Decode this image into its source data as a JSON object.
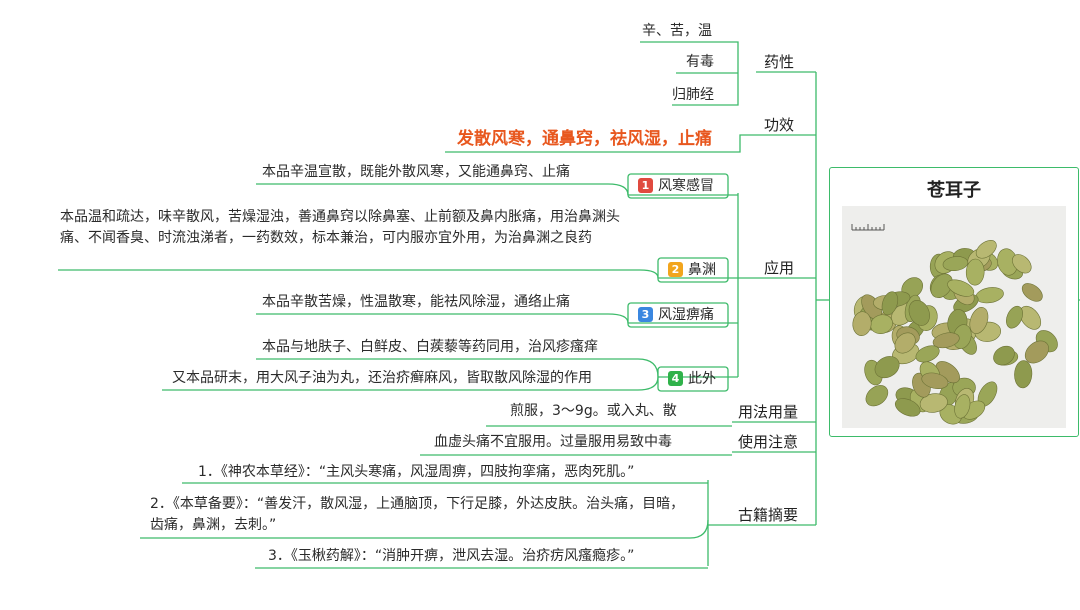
{
  "center": {
    "title": "苍耳子",
    "image": "xanthium-fruits-photo"
  },
  "properties": {
    "label": "药性",
    "items": [
      "辛、苦，温",
      "有毒",
      "归肺经"
    ]
  },
  "efficacy": {
    "label": "功效",
    "text": "发散风寒，通鼻窍，祛风湿，止痛"
  },
  "application": {
    "label": "应用",
    "groups": [
      {
        "num": "1",
        "label": "风寒感冒",
        "color": "#e04a3f",
        "texts": [
          "本品辛温宣散，既能外散风寒，又能通鼻窍、止痛"
        ]
      },
      {
        "num": "2",
        "label": "鼻渊",
        "color": "#f2a51d",
        "texts": [
          "本品温和疏达，味辛散风，苦燥湿浊，善通鼻窍以除鼻塞、止前额及鼻内胀痛，用治鼻渊头痛、不闻香臭、时流浊涕者，一药数效，标本兼治，可内服亦宜外用，为治鼻渊之良药"
        ]
      },
      {
        "num": "3",
        "label": "风湿痹痛",
        "color": "#3a87e0",
        "texts": [
          "本品辛散苦燥，性温散寒，能祛风除湿，通络止痛"
        ]
      },
      {
        "num": "4",
        "label": "此外",
        "color": "#2fb24a",
        "texts": [
          "本品与地肤子、白鲜皮、白蒺藜等药同用，治风疹瘙痒",
          "又本品研末，用大风子油为丸，还治疥癣麻风，皆取散风除湿的作用"
        ]
      }
    ]
  },
  "dosage": {
    "label": "用法用量",
    "text": "煎服，3～9g。或入丸、散"
  },
  "cautions": {
    "label": "使用注意",
    "text": "血虚头痛不宜服用。过量服用易致中毒"
  },
  "classics": {
    "label": "古籍摘要",
    "items": [
      "1．《神农本草经》：“主风头寒痛，风湿周痹，四肢拘挛痛，恶肉死肌。”",
      "2．《本草备要》：“善发汗，散风湿，上通脑顶，下行足膝，外达皮肤。治头痛，目暗，齿痛，鼻渊，去刺。”",
      "3．《玉楸药解》：“消肿开痹，泄风去湿。治疥疠风瘙瘾疹。”"
    ]
  },
  "colors": {
    "line": "#3dbb6a",
    "highlight": "#e8571e"
  }
}
